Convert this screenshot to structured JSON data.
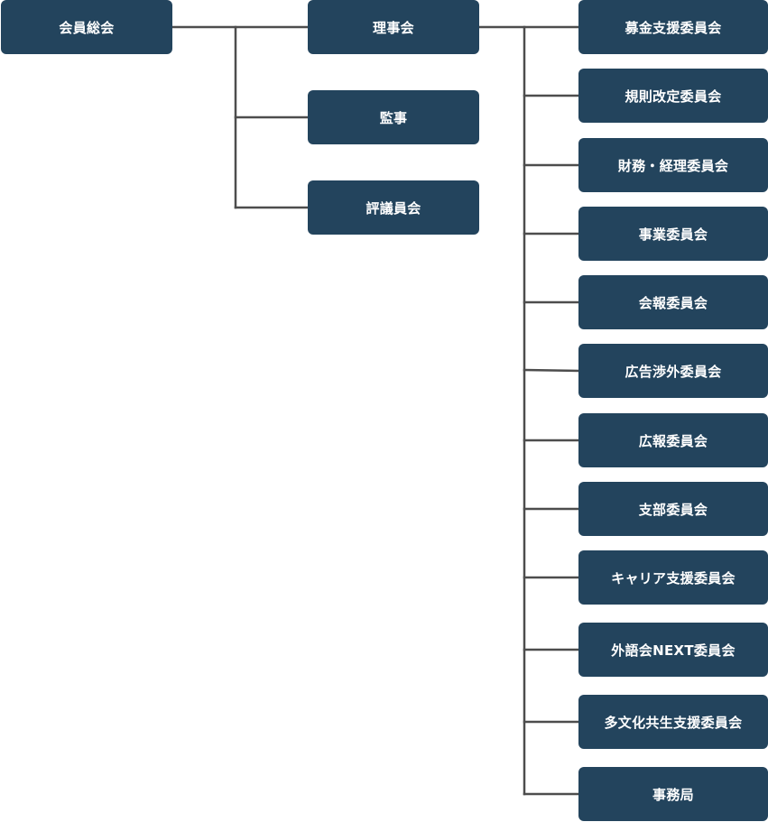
{
  "org_chart": {
    "root": {
      "label": "会員総会"
    },
    "second_level": [
      {
        "label": "理事会"
      },
      {
        "label": "監事"
      },
      {
        "label": "評議員会"
      }
    ],
    "committees": [
      {
        "label": "募金支援委員会"
      },
      {
        "label": "規則改定委員会"
      },
      {
        "label": "財務・経理委員会"
      },
      {
        "label": "事業委員会"
      },
      {
        "label": "会報委員会"
      },
      {
        "label": "広告渉外委員会"
      },
      {
        "label": "広報委員会"
      },
      {
        "label": "支部委員会"
      },
      {
        "label": "キャリア支援委員会"
      },
      {
        "label": "外語会NEXT委員会"
      },
      {
        "label": "多文化共生支援委員会"
      },
      {
        "label": "事務局"
      }
    ]
  },
  "colors": {
    "box_fill": "#23445d",
    "box_text": "#ffffff",
    "connector": "#4d4d4d"
  }
}
